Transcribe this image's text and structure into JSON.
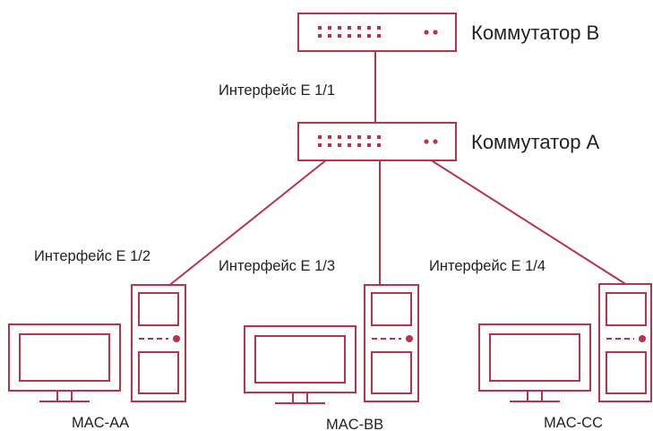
{
  "colors": {
    "accent": "#b8334a",
    "line": "#b8334a",
    "text": "#222222",
    "background": "#ffffff"
  },
  "switches": {
    "b": {
      "label": "Коммутатор B",
      "icon": "network-switch-icon"
    },
    "a": {
      "label": "Коммутатор A",
      "icon": "network-switch-icon"
    }
  },
  "links": {
    "uplink": {
      "label": "Интерфейс E 1/1"
    },
    "pc1": {
      "label": "Интерфейс E 1/2"
    },
    "pc2": {
      "label": "Интерфейс E 1/3"
    },
    "pc3": {
      "label": "Интерфейс E 1/4"
    }
  },
  "computers": [
    {
      "mac": "MAC-AA",
      "icon": "desktop-computer-icon"
    },
    {
      "mac": "MAC-BB",
      "icon": "desktop-computer-icon"
    },
    {
      "mac": "MAC-CC",
      "icon": "desktop-computer-icon"
    }
  ]
}
